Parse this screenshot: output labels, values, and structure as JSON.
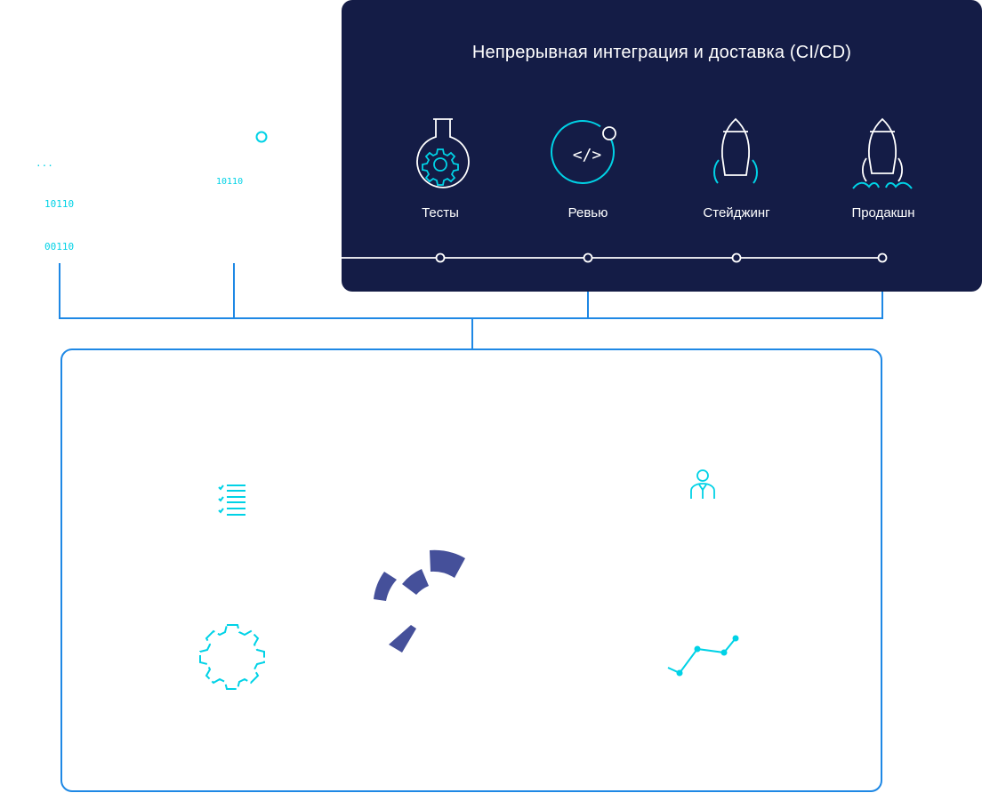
{
  "cicd": {
    "title": "Непрерывная интеграция и доставка (CI/CD)",
    "stages": [
      {
        "label": "Тесты",
        "icon": "flask-gear-icon"
      },
      {
        "label": "Ревью",
        "icon": "code-review-icon"
      },
      {
        "label": "Стейджинг",
        "icon": "rocket-icon"
      },
      {
        "label": "Продакшн",
        "icon": "rocket-launch-icon"
      }
    ]
  },
  "binary": {
    "left": {
      "dots": "...",
      "line1": "10110",
      "line2": "00110"
    },
    "right": {
      "line1": "10110"
    }
  },
  "icons": {
    "checklist": "checklist-icon",
    "user": "user-icon",
    "gear": "gear-icon",
    "gauge": "gauge-icon",
    "chart": "line-chart-icon"
  },
  "colors": {
    "panel": "#141c46",
    "accent": "#00d2e6",
    "connector": "#1e88e5",
    "gauge": "#45509a",
    "white": "#ffffff"
  }
}
